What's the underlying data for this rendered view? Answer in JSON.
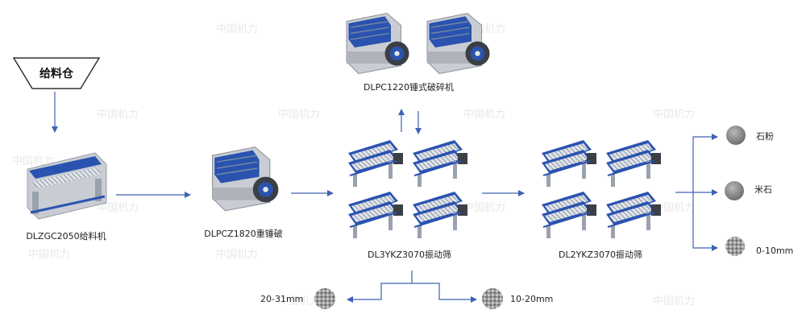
{
  "watermark": "中国机力",
  "colors": {
    "arrow": "#3d62b4",
    "machine_blue": "#2a53b0",
    "machine_gray": "#c9cdd3",
    "stone": "#8e8e8e"
  },
  "feed_bin": {
    "label": "给料仓"
  },
  "equipment": {
    "feeder": "DLZGC2050给料机",
    "heavy_hammer": "DLPCZ1820重锤破",
    "hammer_crusher": "DLPC1220锤式破碎机",
    "screen_3ykz": "DL3YKZ3070振动筛",
    "screen_2ykz": "DL2YKZ3070振动筛"
  },
  "products": {
    "stone_powder": "石粉",
    "rice_stone": "米石",
    "size_0_10": "0-10mm",
    "size_20_31": "20-31mm",
    "size_10_20": "10-20mm"
  }
}
